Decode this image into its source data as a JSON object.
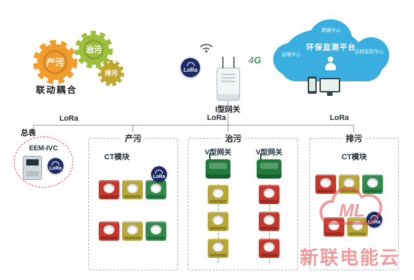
{
  "gears": {
    "produce": "产污",
    "treat": "治污",
    "discharge": "排污",
    "caption": "联动耦合"
  },
  "gateway": {
    "label": "I型网关"
  },
  "lora_label": "LoRa",
  "cellular": {
    "num": "4",
    "g": "G"
  },
  "cloud": {
    "platform": "环保监测平台",
    "center_top": "数据中心",
    "center_left": "运维中心",
    "center_right": "远程监控中心"
  },
  "master": {
    "label": "总表",
    "model": "EEM-IVC"
  },
  "zones": {
    "produce": {
      "label": "产污",
      "module": "CT模块",
      "rows": [
        [
          "red",
          "yellow",
          "green"
        ],
        [
          "red",
          "yellow",
          "green"
        ]
      ]
    },
    "treat": {
      "label": "治污",
      "left_gateway": "V型网关",
      "right_gateway": "V型网关",
      "left_devices": [
        "yellow",
        "yellow",
        "yellow"
      ],
      "right_devices": [
        "red",
        "red",
        "red"
      ]
    },
    "discharge": {
      "label": "排污",
      "module": "CT模块",
      "rows": [
        [
          "red",
          "yellow",
          "green"
        ],
        [
          "red",
          "yellow"
        ]
      ]
    }
  },
  "watermark": {
    "logo": "ML",
    "text": "新联电能云"
  },
  "colors": {
    "device_red": "#c6382c",
    "device_yellow": "#b8a736",
    "device_green": "#2e8b4a",
    "gateway_green": "#1f7a3c",
    "lora_badge_navy": "#1c2b66",
    "cloud_blue": "#3aaede",
    "gear_orange": "#f09d2e",
    "gear_green": "#9dbf3b",
    "gear_olive": "#c0a52f",
    "master_dash_red": "#e05555",
    "watermark_red": "#e34b4b"
  }
}
